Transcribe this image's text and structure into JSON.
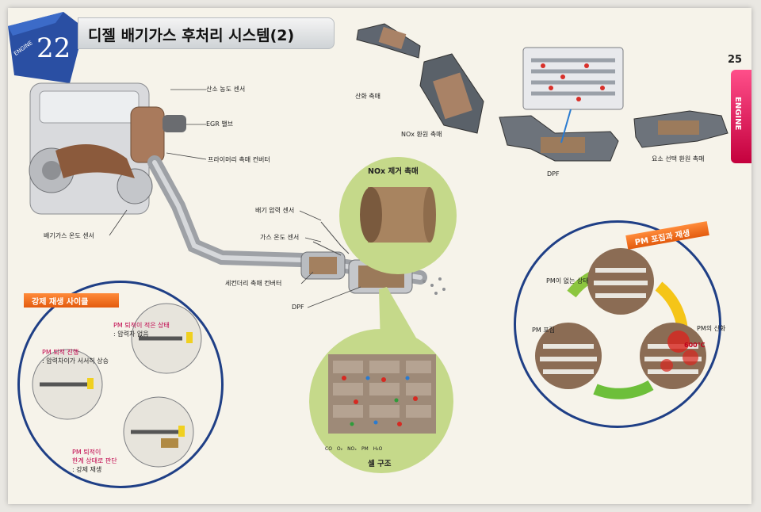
{
  "header": {
    "badge_number": "22",
    "badge_tag": "ENGINE",
    "title": "디젤 배기가스 후처리 시스템(2)",
    "page_number": "25",
    "side_tab": "ENGINE"
  },
  "engine_labels": {
    "oxygen_sensor": "산소 농도 센서",
    "egr_valve": "EGR 밸브",
    "primary_converter": "프라이머리 촉매 컨버터",
    "exhaust_temp_sensor": "배기가스 온도 센서",
    "exhaust_pressure_sensor": "배기 압력 센서",
    "gas_temp_sensor": "가스 온도 센서",
    "secondary_converter": "세컨더리 촉매 컨버터",
    "dpf": "DPF"
  },
  "catalysts": {
    "oxidation": "산화 촉매",
    "nox_reduction": "NOx 환원 촉매",
    "dpf": "DPF",
    "urea_scr": "요소 선택 환원 촉매"
  },
  "nox_panel": {
    "title": "NOx 제거 촉매"
  },
  "cell_panel": {
    "caption": "셀 구조",
    "legend": [
      "CO",
      "O₂",
      "NOₓ",
      "PM",
      "H₂O"
    ]
  },
  "regen_cycle": {
    "title": "강제 재생 사이클",
    "state1": [
      "PM 퇴적이 적은 상태",
      ": 압력차 없음"
    ],
    "state2": [
      "PM 퇴적 진행",
      ": 압력차이가 서서히 상승"
    ],
    "state3": [
      "PM 퇴적이",
      "한계 상태로 판단",
      ": 강제 재생"
    ]
  },
  "pm_cycle": {
    "title": "PM 포집과 재생",
    "no_pm": "PM이 없는 상태",
    "capture": "PM 포집",
    "oxidation": "PM의 산화",
    "temp": "600℃"
  },
  "colors": {
    "accent_pink": "#d9004f",
    "accent_orange": "#f07a23",
    "navy": "#1f3f86",
    "green_panel": "#c5d98a"
  }
}
